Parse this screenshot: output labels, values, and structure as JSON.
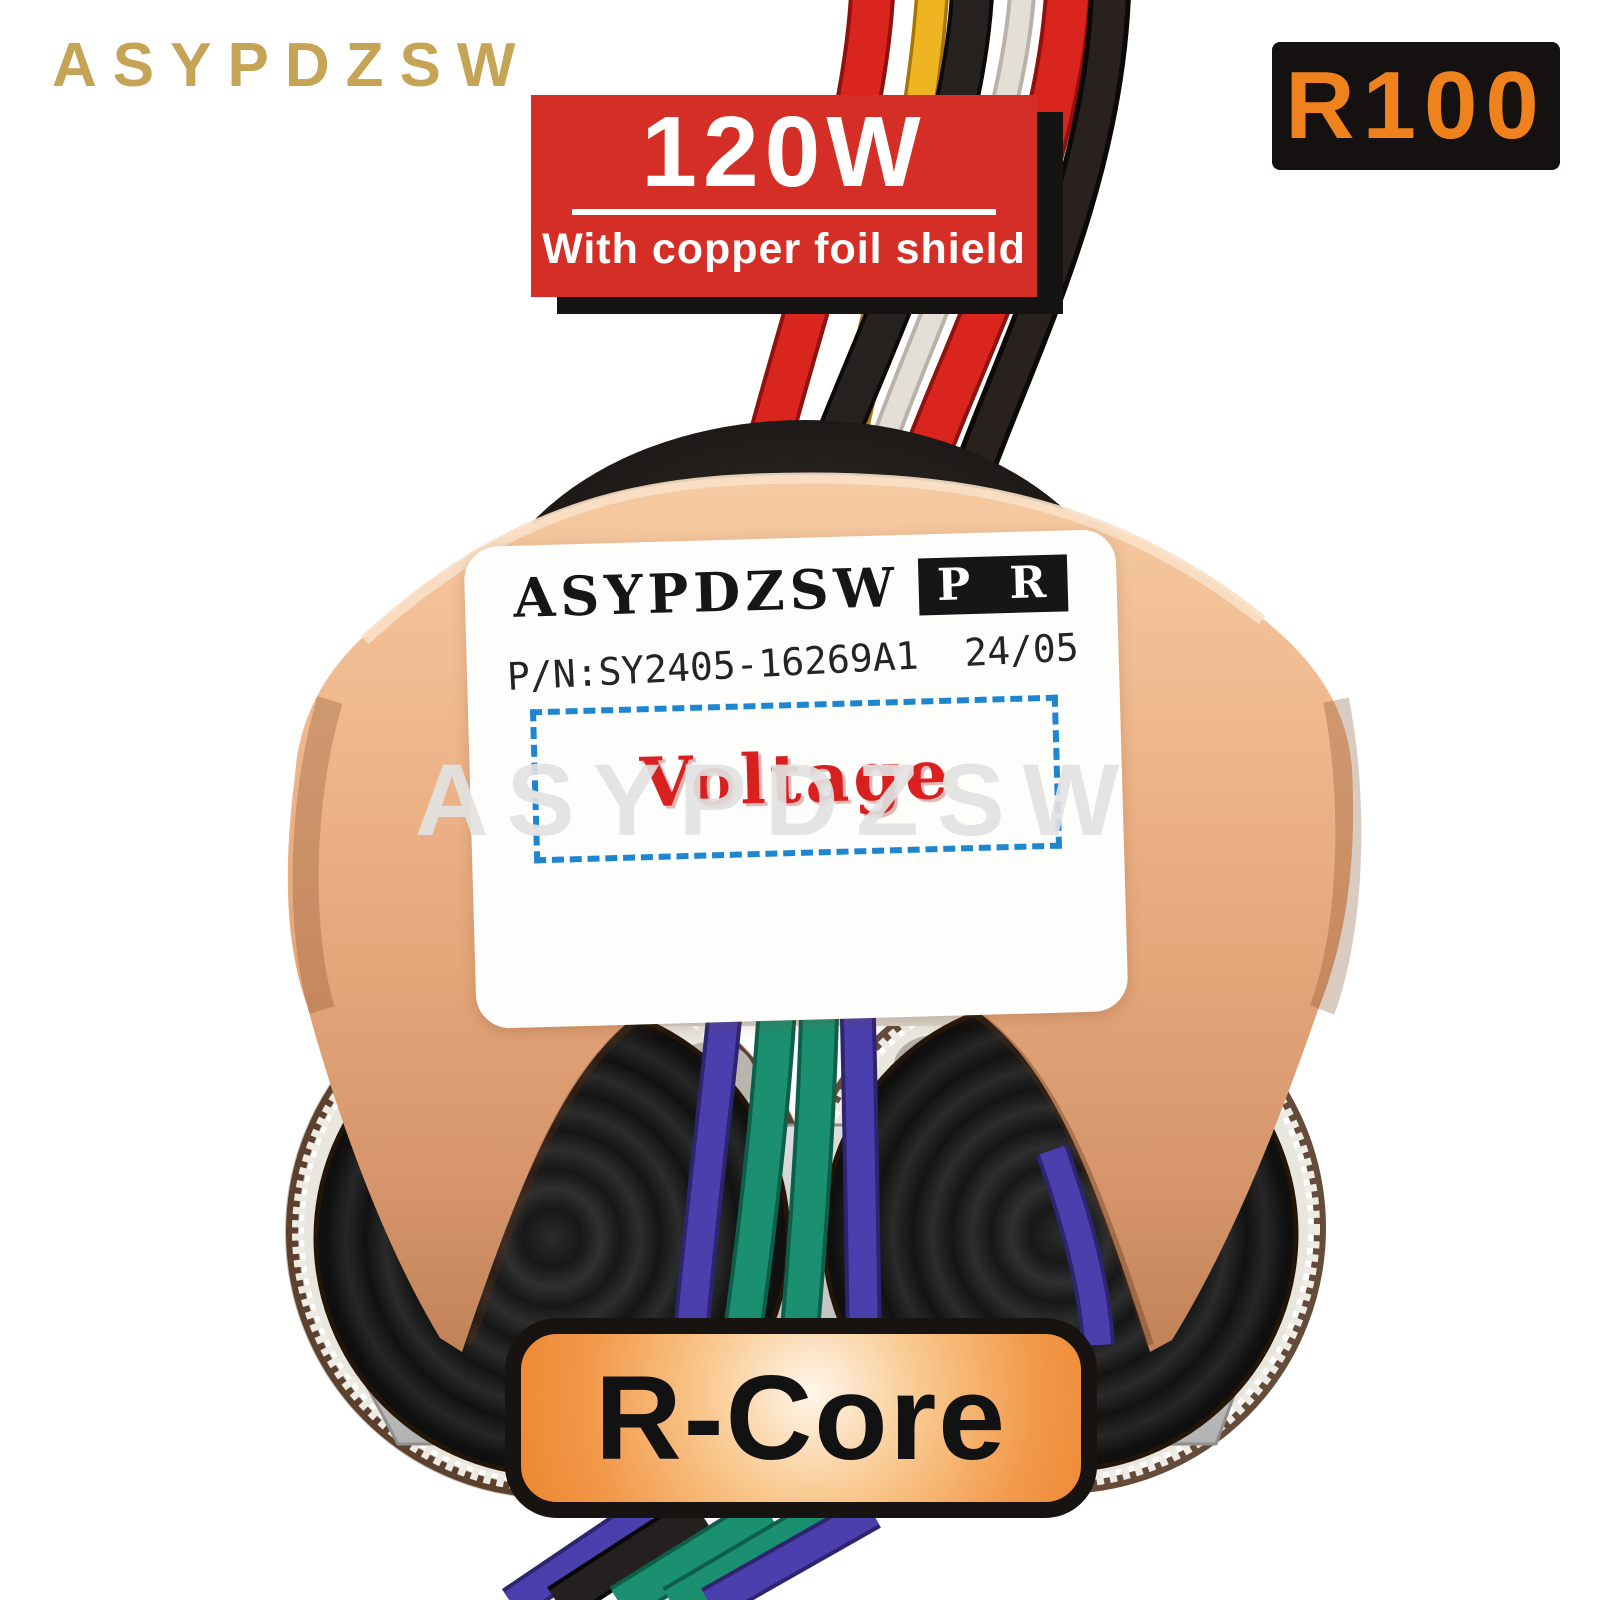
{
  "header": {
    "logo_text": "ASYPDZSW",
    "logo_color": "#c6a455",
    "model_badge": {
      "text": "R100",
      "text_color": "#f0821e",
      "bg": "#141110"
    }
  },
  "power_badge": {
    "power": "120W",
    "subtitle": "With copper foil shield",
    "bg": "#d52e27",
    "text_color": "#ffffff"
  },
  "transformer_label": {
    "brand": "ASYPDZSW",
    "brand_tag": "P R",
    "part_number": "P/N:SY2405-16269A1",
    "date_code": "24/05",
    "voltage_placeholder": "Voltage",
    "voltage_color": "#d92020",
    "dashed_border_color": "#1e86cf"
  },
  "watermark": {
    "text": "ASYPDZSW"
  },
  "core_badge": {
    "text": "R-Core",
    "bg": "#f2994a",
    "text_color": "#121212"
  },
  "photo_colors": {
    "copper_foil": "#e8ab80",
    "top_wires": [
      "red",
      "yellow",
      "black",
      "white",
      "red",
      "black"
    ],
    "bottom_wires": [
      "purple",
      "green",
      "green",
      "purple",
      "black"
    ],
    "bracket": "#c9c9c9",
    "coil": "#1a1a1a",
    "flange": "#e9e6de"
  }
}
